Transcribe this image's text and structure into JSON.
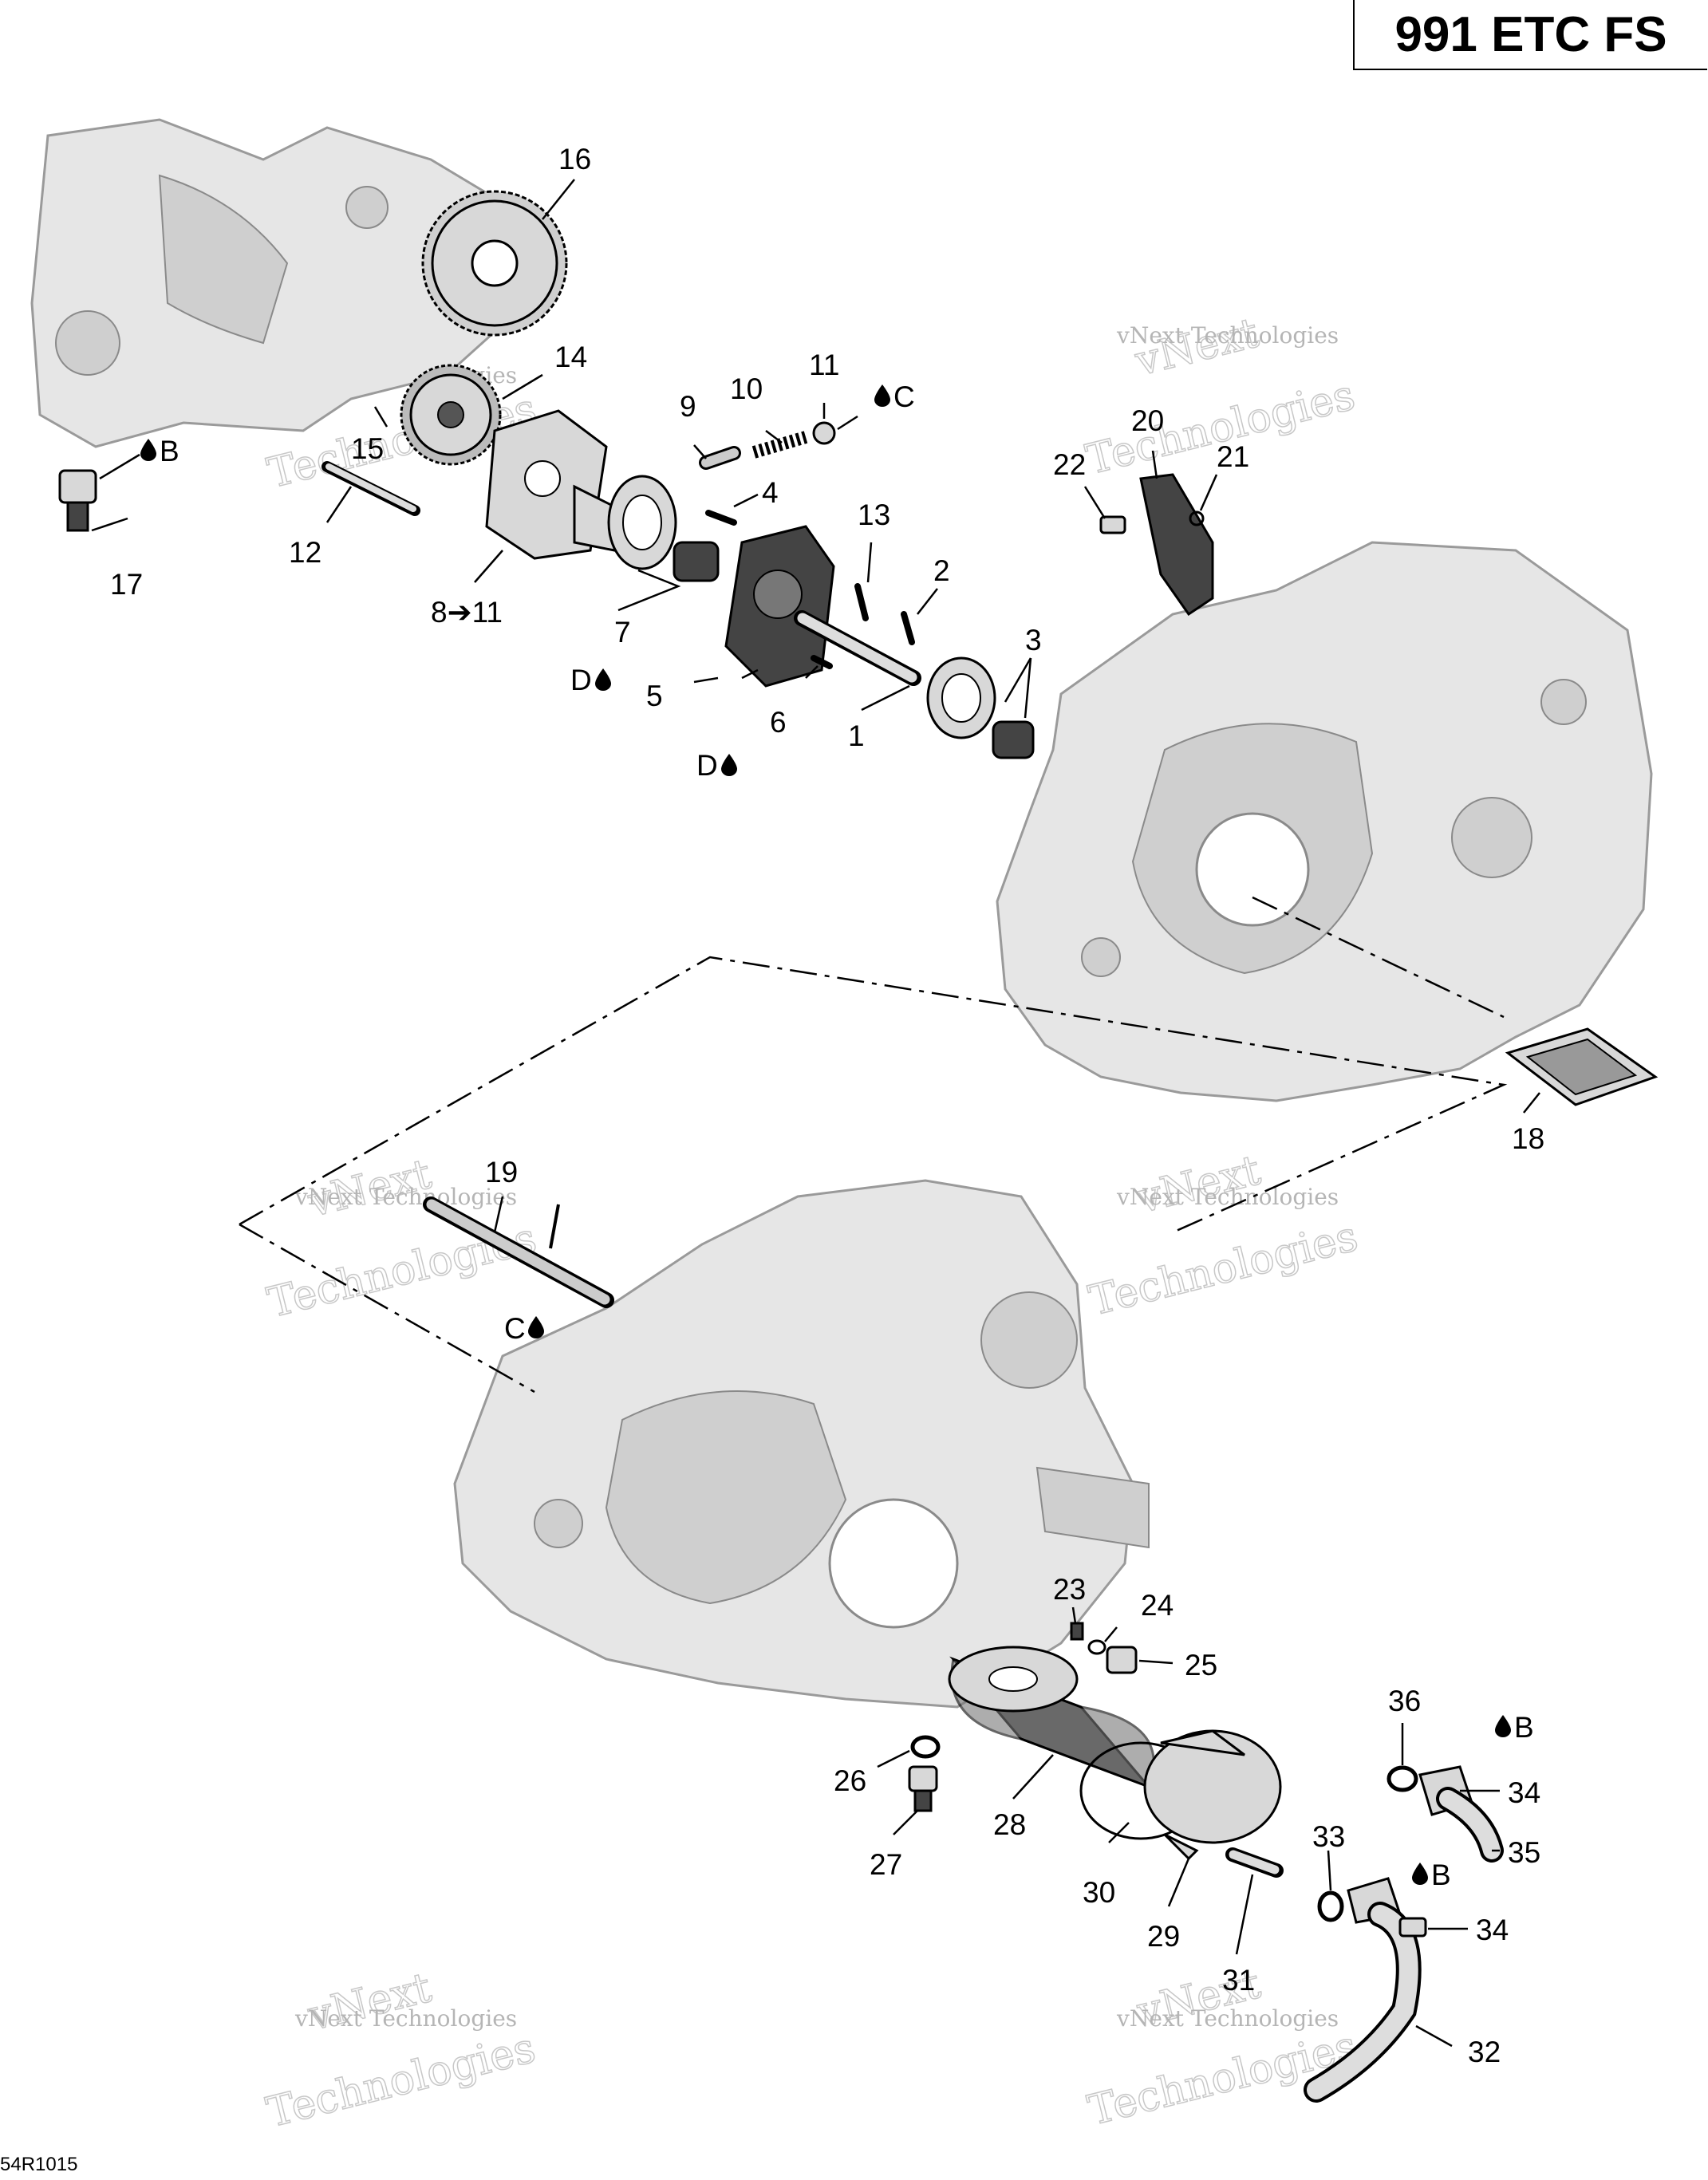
{
  "header": {
    "model_code": "991 ETC FS"
  },
  "footer": {
    "ref_code": "54R1015"
  },
  "watermark": {
    "line1": "vNext Technologies",
    "line2": "vNext",
    "line3": "Technologies"
  },
  "callouts": {
    "c1": "1",
    "c2": "2",
    "c3": "3",
    "c4": "4",
    "c5": "5",
    "c6": "6",
    "c7": "7",
    "c8": "8➔11",
    "c9": "9",
    "c10": "10",
    "c11": "11",
    "c12": "12",
    "c13": "13",
    "c14": "14",
    "c15": "15",
    "c16": "16",
    "c17": "17",
    "c18": "18",
    "c19": "19",
    "c20": "20",
    "c21": "21",
    "c22": "22",
    "c23": "23",
    "c24": "24",
    "c25": "25",
    "c26": "26",
    "c27": "27",
    "c28": "28",
    "c29": "29",
    "c30": "30",
    "c31": "31",
    "c32": "32",
    "c33": "33",
    "c34a": "34",
    "c34b": "34",
    "c35": "35",
    "c36": "36"
  },
  "lubricant_marks": {
    "b1": "B",
    "c_top": "C",
    "d1": "D",
    "d2": "D",
    "c_shaft": "C",
    "b2": "B",
    "b3": "B"
  },
  "icons": {
    "lubricant": "oil-drop-icon",
    "arrow": "arrow-right-icon"
  }
}
